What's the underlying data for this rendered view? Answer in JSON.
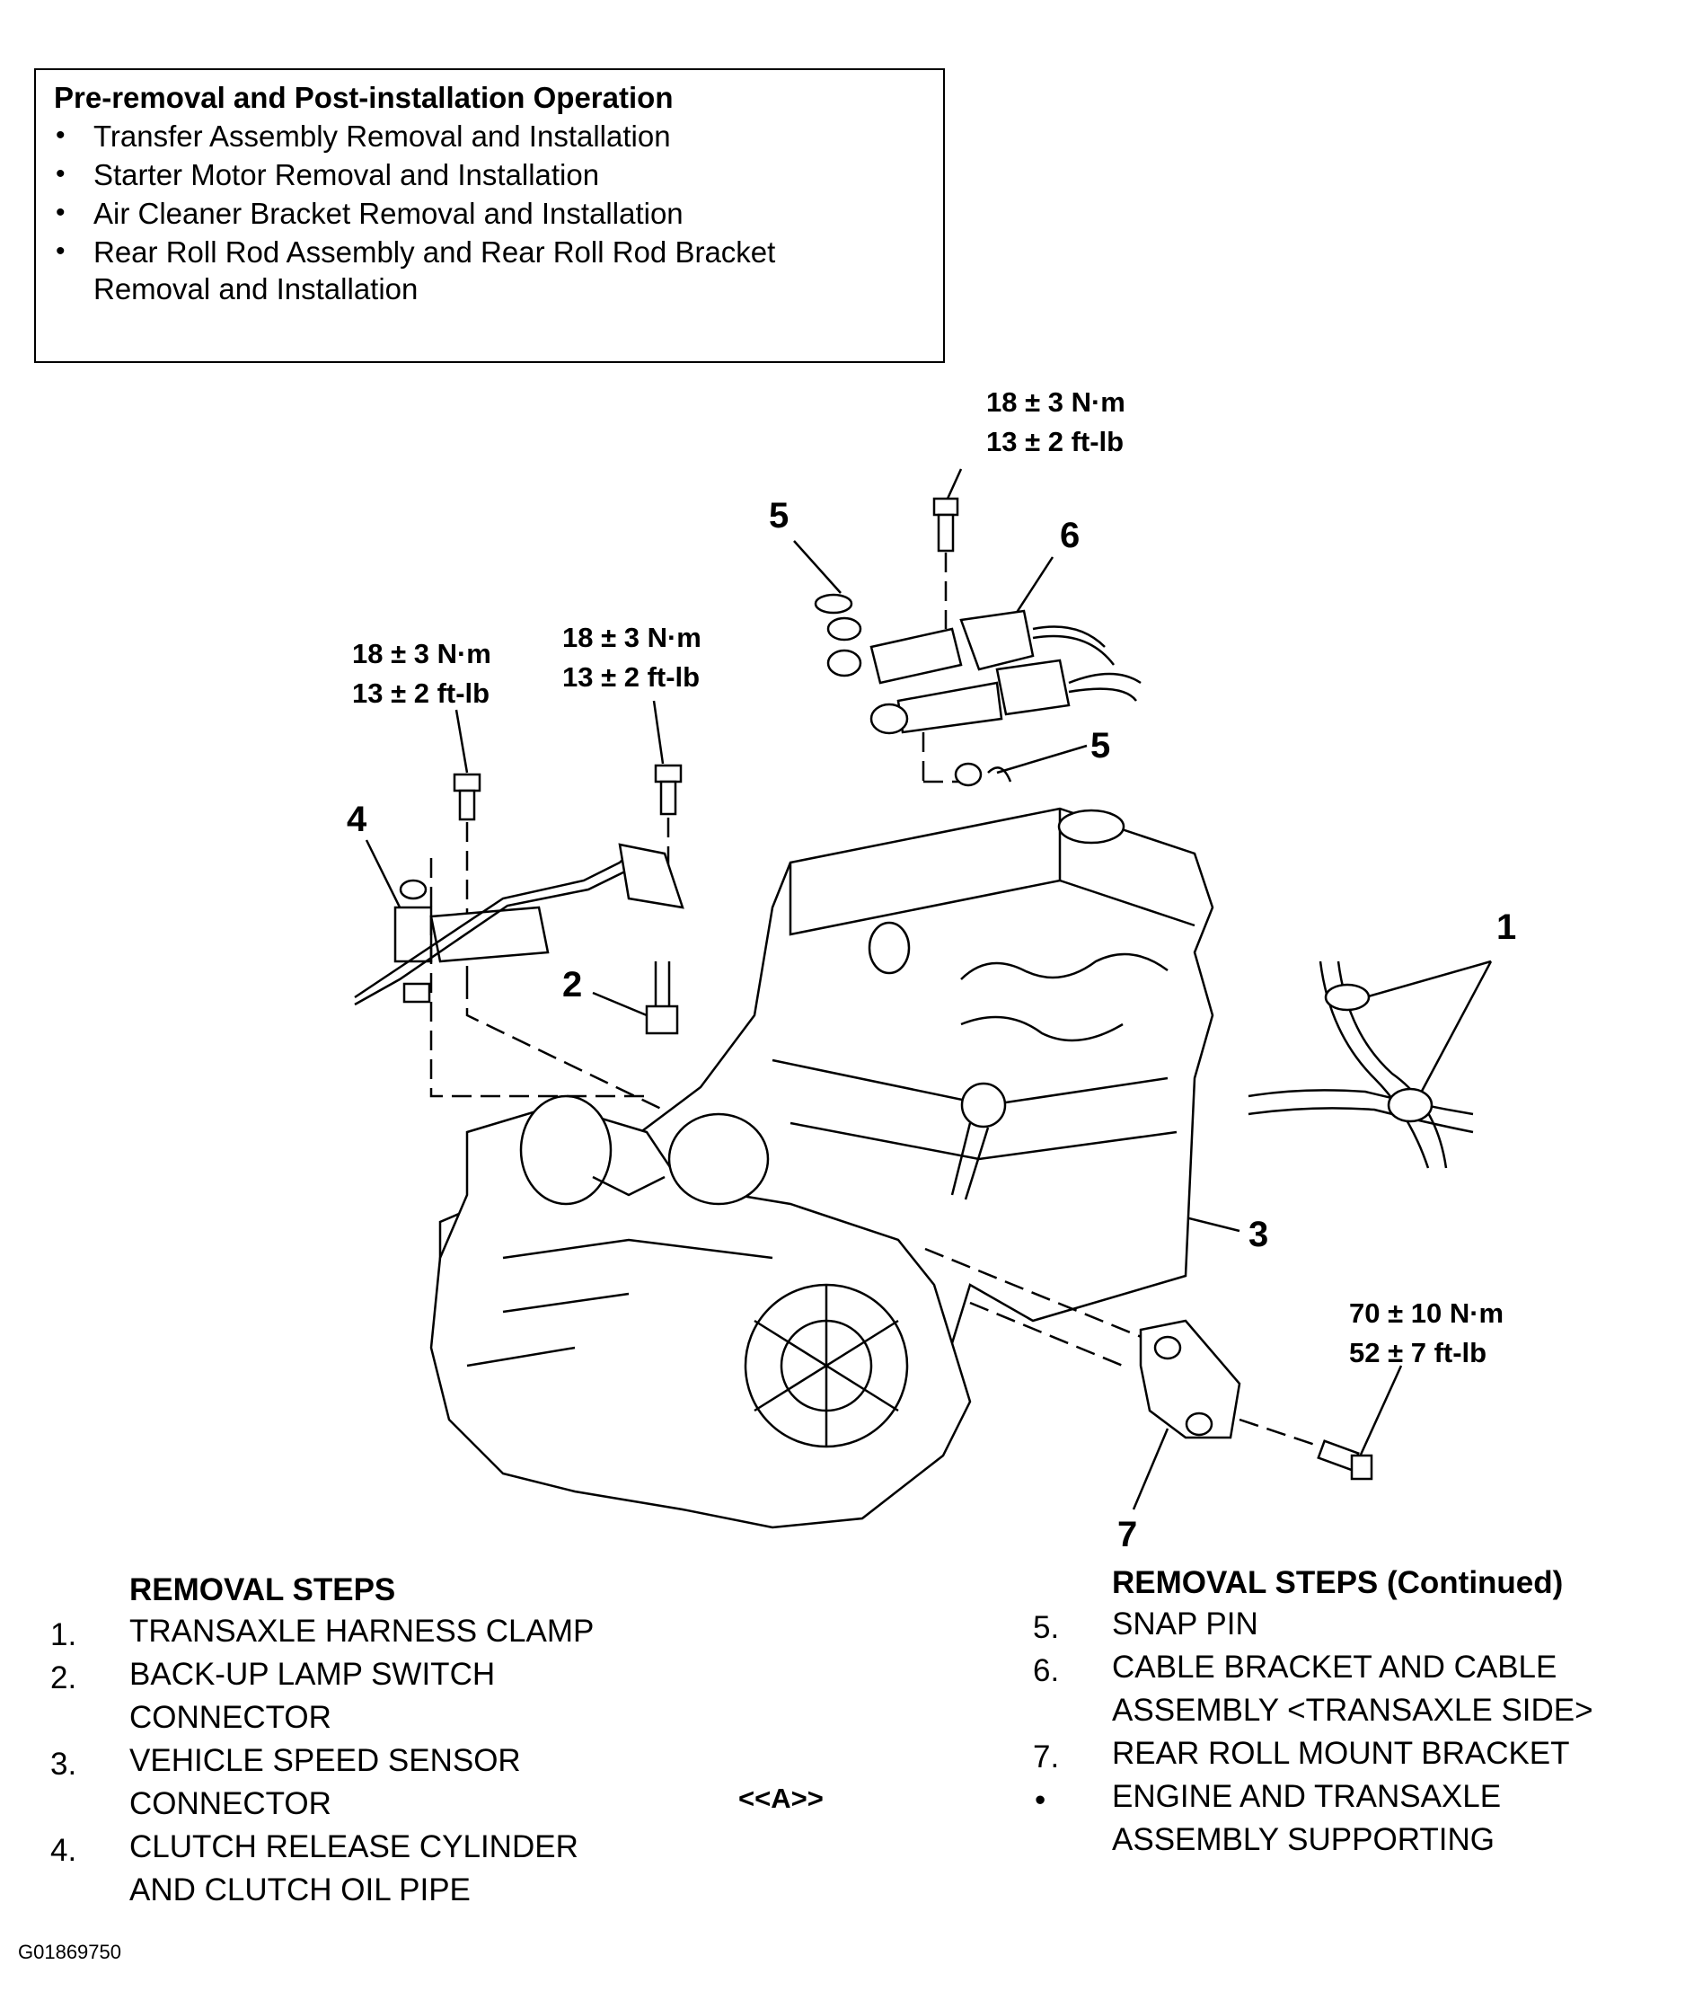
{
  "pre_removal": {
    "title": "Pre-removal and Post-installation Operation",
    "items": [
      "Transfer Assembly Removal and Installation",
      "Starter Motor Removal and Installation",
      "Air Cleaner Bracket Removal and Installation",
      "Rear Roll Rod Assembly and Rear Roll Rod Bracket",
      "Removal and Installation"
    ],
    "bullet": "•"
  },
  "diagram": {
    "torque_top": [
      "18 ± 3 N·m",
      "13 ± 2 ft-lb"
    ],
    "torque_left": [
      "18 ± 3 N·m",
      "13 ± 2 ft-lb"
    ],
    "torque_mid": [
      "18 ± 3 N·m",
      "13 ± 2 ft-lb"
    ],
    "torque_bracket": [
      "70 ± 10 N·m",
      "52 ± 7 ft-lb"
    ],
    "callouts": {
      "c1": "1",
      "c2": "2",
      "c3": "3",
      "c4": "4",
      "c5a": "5",
      "c5b": "5",
      "c6": "6",
      "c7": "7"
    }
  },
  "steps_left": {
    "heading": "REMOVAL STEPS",
    "items": [
      {
        "num": "1.",
        "lines": [
          "TRANSAXLE HARNESS CLAMP"
        ]
      },
      {
        "num": "2.",
        "lines": [
          "BACK-UP LAMP SWITCH",
          "CONNECTOR"
        ]
      },
      {
        "num": "3.",
        "lines": [
          "VEHICLE SPEED SENSOR",
          "CONNECTOR"
        ]
      },
      {
        "num": "4.",
        "lines": [
          "CLUTCH RELEASE CYLINDER",
          "AND CLUTCH OIL PIPE"
        ]
      }
    ]
  },
  "ref_mark": "<<A>>",
  "steps_right": {
    "heading": "REMOVAL STEPS (Continued)",
    "items": [
      {
        "num": "5.",
        "lines": [
          "SNAP PIN"
        ]
      },
      {
        "num": "6.",
        "lines": [
          "CABLE BRACKET AND CABLE",
          "ASSEMBLY <TRANSAXLE SIDE>"
        ]
      },
      {
        "num": "7.",
        "lines": [
          "REAR ROLL MOUNT BRACKET"
        ]
      },
      {
        "num": "•",
        "lines": [
          "ENGINE AND TRANSAXLE",
          "ASSEMBLY SUPPORTING"
        ]
      }
    ]
  },
  "figure_id": "G01869750"
}
